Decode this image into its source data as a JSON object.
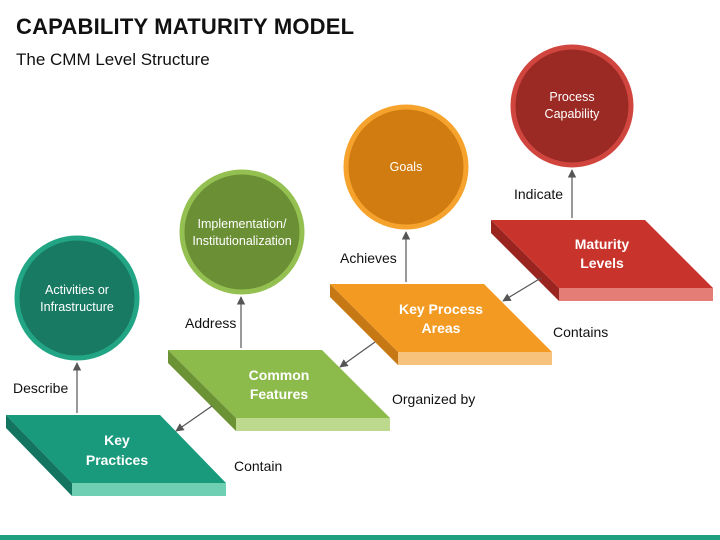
{
  "header": {
    "title": "CAPABILITY MATURITY MODEL",
    "subtitle": "The CMM Level Structure"
  },
  "colors": {
    "key_practices": "#1a9a7c",
    "common_features": "#8cba4b",
    "key_process_areas": "#f29a22",
    "maturity_levels": "#c8332c",
    "activities_circle": "#187a63",
    "implementation_circle": "#6b8f34",
    "goals_circle": "#d17c10",
    "process_capability_circle": "#9b2a25"
  },
  "blocks": {
    "key_practices": {
      "line1": "Key",
      "line2": "Practices"
    },
    "common_features": {
      "line1": "Common",
      "line2": "Features"
    },
    "key_process_areas": {
      "line1": "Key Process",
      "line2": "Areas"
    },
    "maturity_levels": {
      "line1": "Maturity",
      "line2": "Levels"
    }
  },
  "circles": {
    "activities": {
      "line1": "Activities or",
      "line2": "Infrastructure"
    },
    "implementation": {
      "line1": "Implementation/",
      "line2": "Institutionalization"
    },
    "goals": {
      "line1": "Goals"
    },
    "process_capability": {
      "line1": "Process",
      "line2": "Capability"
    }
  },
  "connectors": {
    "describe": "Describe",
    "address": "Address",
    "achieves": "Achieves",
    "indicate": "Indicate",
    "contain": "Contain",
    "organized_by": "Organized by",
    "contains": "Contains"
  }
}
